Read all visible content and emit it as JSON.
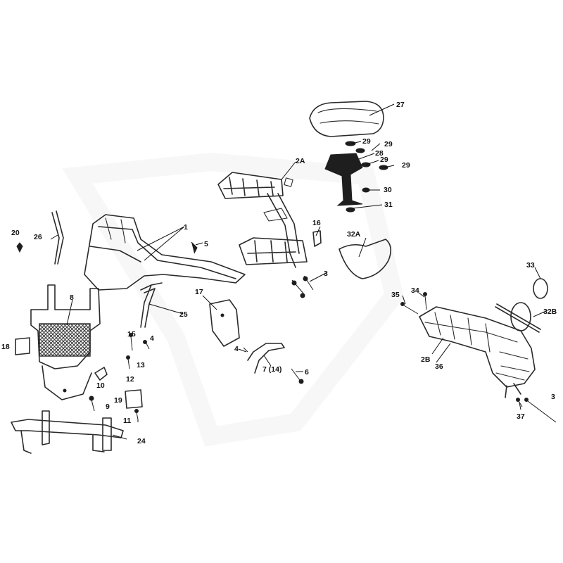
{
  "callouts": [
    "1",
    "2A",
    "2B",
    "3",
    "4",
    "5",
    "6",
    "7 (14)",
    "8",
    "9",
    "10",
    "11",
    "12",
    "13",
    "15",
    "16",
    "17",
    "18",
    "19",
    "20",
    "24",
    "25",
    "26",
    "27",
    "28",
    "29",
    "30",
    "31",
    "32A",
    "32B",
    "33",
    "34",
    "35",
    "36",
    "37"
  ],
  "callout_repeats": {
    "label_3_b": "3",
    "label_4_b": "4",
    "label_29_b": "29",
    "label_29_c": "29",
    "label_29_d": "29"
  },
  "colors": {
    "ink": "#2a2a2a",
    "background": "#ffffff",
    "mesh": "#3a3a3a"
  }
}
